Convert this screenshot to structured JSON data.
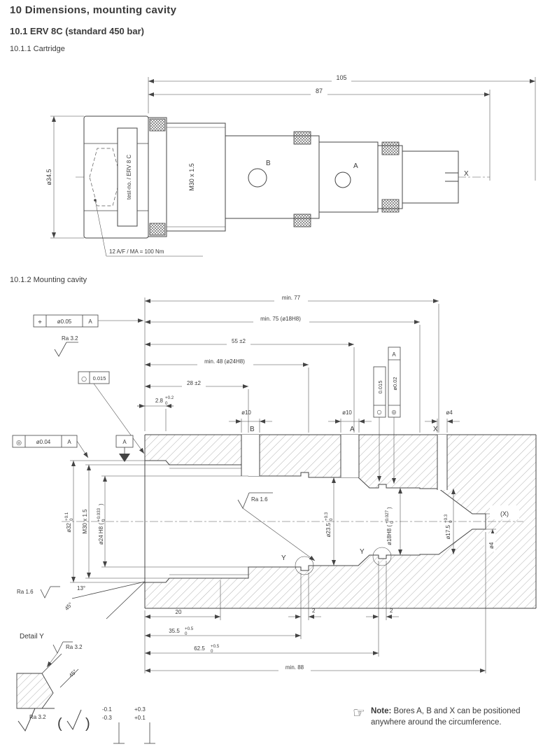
{
  "header": {
    "title": "10  Dimensions, mounting cavity",
    "subtitle": "10.1 ERV 8C (standard 450 bar)",
    "section_cartridge": "10.1.1 Cartridge",
    "section_cavity": "10.1.2 Mounting cavity"
  },
  "cartridge": {
    "dim_overall": "105",
    "dim_body": "87",
    "dim_head_dia": "ø34.5",
    "label_plate": "test-no. / ERV 8 C",
    "thread": "M30 x 1.5",
    "port_b": "B",
    "port_a": "A",
    "port_x": "X",
    "hex_note": "12 A/F / MA = 100 Nm"
  },
  "cavity": {
    "depths": {
      "min77": "min. 77",
      "min75": "min. 75 (ø18H8)",
      "d55": "55 ±2",
      "min48": "min. 48 (ø24H8)",
      "d28": "28 ±2",
      "d2_8": "2.8",
      "d2_8_tu": "+0.2",
      "d2_8_tl": "0"
    },
    "bores": {
      "b_dia": "ø10",
      "a_dia": "ø10",
      "x_dia": "ø4",
      "b": "B",
      "a": "A",
      "x": "X",
      "x_axis": "(X)",
      "pilot_dia": "ø4"
    },
    "diameters": {
      "d32": "ø32",
      "d32_tu": "+0.1",
      "d32_tl": "0",
      "thread": "M30 x 1.5",
      "d24": "ø24 H8 (",
      "d24_tu": "+0.033",
      "d24_tl": "0",
      "d24_close": ")",
      "d23_5": "ø23.5",
      "d23_5_tu": "+0.3",
      "d23_5_tl": "0",
      "d18": "ø18H8 (",
      "d18_tu": "+0.027",
      "d18_tl": "0",
      "d18_close": ")",
      "d17_5": "ø17.5",
      "d17_5_tu": "+0.3",
      "d17_5_tl": "0"
    },
    "lengths": {
      "d20": "20",
      "g1": "2",
      "g2": "2",
      "d35_5": "35.5",
      "d35_5_tu": "+0.5",
      "d35_5_tl": "0",
      "d62_5": "62.5",
      "d62_5_tu": "+0.5",
      "d62_5_tl": "0",
      "min88": "min. 88"
    },
    "frames": {
      "f1_sym": "⌖",
      "f1_val": "ø0.05",
      "f1_datum": "A",
      "f2_sym": "◎",
      "f2_val": "ø0.04",
      "f2_datum": "A",
      "f3_sym": "○",
      "f3_val": "0.015",
      "f4_sym": "○",
      "f4_val": "0.015",
      "f5_sym": "◎",
      "f5_val": "ø0.02",
      "f5_datum": "A",
      "datum": "A"
    },
    "surface": {
      "ra32_face": "Ra 3.2",
      "ra16_bore": "Ra 1.6",
      "ra16_cone": "Ra 1.6"
    },
    "angles": {
      "a13": "13°",
      "a45": "45°"
    }
  },
  "detail_y": {
    "title": "Detail Y",
    "y1": "Y",
    "y2": "Y",
    "ra": "Ra 3.2",
    "angle": "45°"
  },
  "general": {
    "ra": "Ra 3.2",
    "paren_open": "(",
    "paren_close": ")",
    "edge1_up": "-0.1",
    "edge1_lo": "-0.3",
    "edge2_up": "+0.3",
    "edge2_lo": "+0.1"
  },
  "note": {
    "hand": "☞",
    "label": "Note:",
    "text": "Bores A, B and X can be positioned anywhere around the circumference."
  }
}
